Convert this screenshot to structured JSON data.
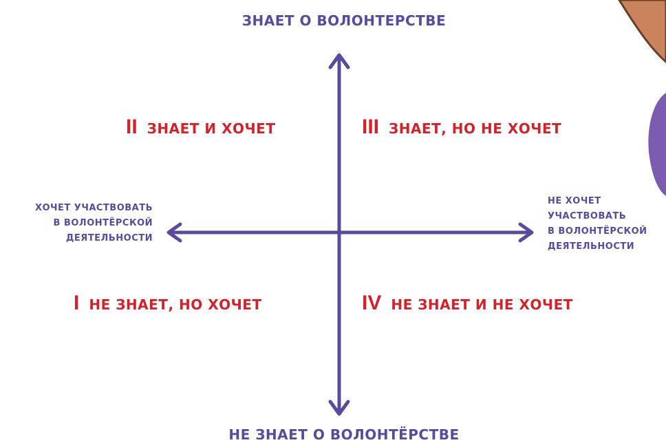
{
  "axes": {
    "top": "ЗНАЕТ О ВОЛОНТЕРСТВЕ",
    "bottom": "НЕ ЗНАЕТ О ВОЛОНТЁРСТВЕ",
    "left": [
      "ХОЧЕТ УЧАСТВОВАТЬ",
      "В ВОЛОНТЁРСКОЙ",
      "ДЕЯТЕЛЬНОСТИ"
    ],
    "right": [
      "НЕ ХОЧЕТ",
      "УЧАСТВОВАТЬ",
      "В ВОЛОНТЁРСКОЙ",
      "ДЕЯТЕЛЬНОСТИ"
    ]
  },
  "quadrants": {
    "q1": {
      "number": "I",
      "label": "НЕ ЗНАЕТ, НО ХОЧЕТ"
    },
    "q2": {
      "number": "II",
      "label": "ЗНАЕТ И ХОЧЕТ"
    },
    "q3": {
      "number": "III",
      "label": "ЗНАЕТ, НО НЕ ХОЧЕТ"
    },
    "q4": {
      "number": "IV",
      "label": "НЕ ЗНАЕТ И НЕ ХОЧЕТ"
    }
  },
  "colors": {
    "axis": "#5b4a9c",
    "quadrant_text": "#d0232b",
    "decoration_skin": "#c9845e",
    "decoration_purple": "#7b5bb0"
  }
}
